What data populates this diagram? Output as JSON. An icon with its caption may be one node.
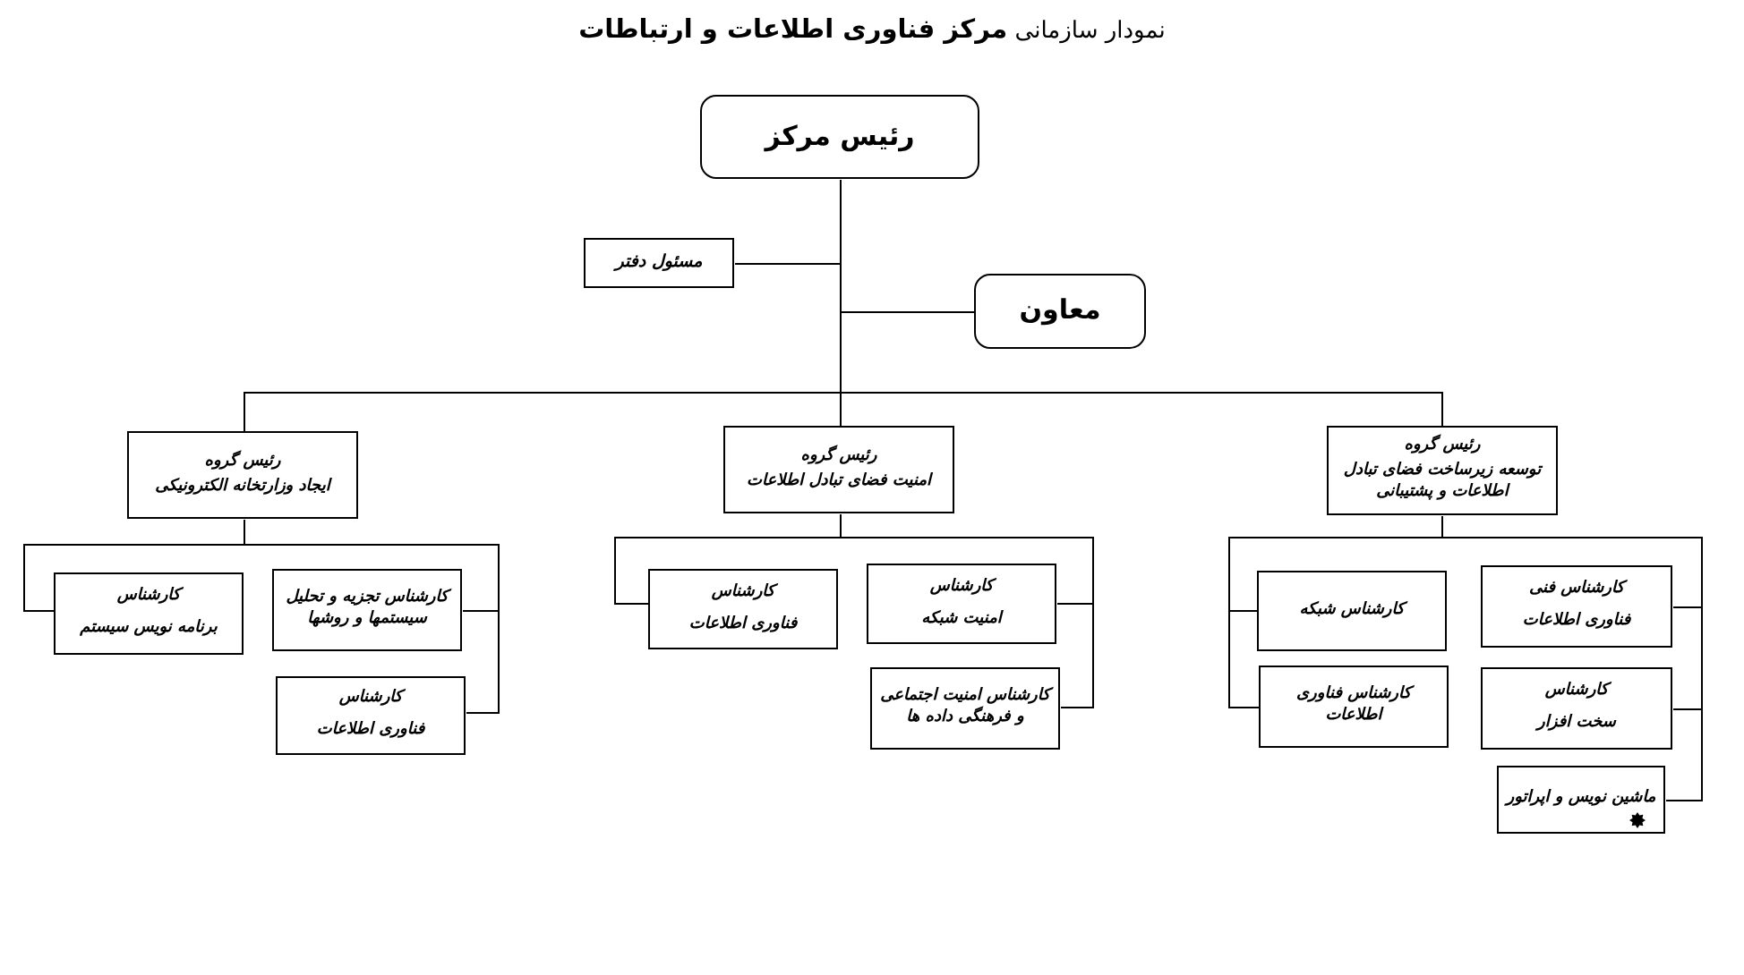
{
  "diagram": {
    "title": "نمودار سازمانی **مرکز فناوری اطلاعات و ارتباطات**",
    "nodes": [
      {
        "text": [
          "رئیس مرکز"
        ]
      },
      {
        "text": [
          "مسئول دفتر"
        ]
      },
      {
        "text": [
          "معاون"
        ]
      },
      {
        "text": [
          "رئیس گروه",
          "توسعه زیرساخت فضای تبادل اطلاعات و پشتیبانی"
        ]
      },
      {
        "text": [
          "رئیس گروه",
          "امنیت فضای تبادل اطلاعات"
        ]
      },
      {
        "text": [
          "رئیس گروه",
          "ایجاد وزارتخانه الکترونیکی"
        ]
      },
      {
        "text": [
          "کارشناس فنی",
          "فناوری اطلاعات"
        ]
      },
      {
        "text": [
          "کارشناس شبکه"
        ]
      },
      {
        "text": [
          "کارشناس",
          "سخت افزار"
        ]
      },
      {
        "text": [
          "کارشناس فناوری اطلاعات"
        ]
      },
      {
        "text": [
          "ماشین نویس و اپراتور"
        ]
      },
      {
        "text": [
          "کارشناس",
          "امنیت شبکه"
        ]
      },
      {
        "text": [
          "کارشناس",
          "فناوری اطلاعات"
        ]
      },
      {
        "text": [
          "کارشناس امنیت اجتماعی و فرهنگی داده ها"
        ]
      },
      {
        "text": [
          "کارشناس تجزیه و تحلیل سیستمها و روشها"
        ]
      },
      {
        "text": [
          "کارشناس",
          "برنامه نویس سیستم"
        ]
      },
      {
        "text": [
          "کارشناس",
          "فناوری اطلاعات"
        ]
      }
    ],
    "edges": [
      {
        "from": 0,
        "to": 1,
        "arrow": "none"
      },
      {
        "from": 0,
        "to": 2,
        "arrow": "none"
      },
      {
        "from": 0,
        "to": 3,
        "arrow": "none"
      },
      {
        "from": 0,
        "to": 4,
        "arrow": "none"
      },
      {
        "from": 0,
        "to": 5,
        "arrow": "none"
      },
      {
        "from": 3,
        "to": 6,
        "arrow": "none"
      },
      {
        "from": 3,
        "to": 7,
        "arrow": "none"
      },
      {
        "from": 3,
        "to": 8,
        "arrow": "none"
      },
      {
        "from": 3,
        "to": 9,
        "arrow": "none"
      },
      {
        "from": 3,
        "to": 10,
        "arrow": "none"
      },
      {
        "from": 4,
        "to": 11,
        "arrow": "none"
      },
      {
        "from": 4,
        "to": 12,
        "arrow": "none"
      },
      {
        "from": 4,
        "to": 13,
        "arrow": "none"
      },
      {
        "from": 5,
        "to": 14,
        "arrow": "none"
      },
      {
        "from": 5,
        "to": 15,
        "arrow": "none"
      },
      {
        "from": 5,
        "to": 16,
        "arrow": "none"
      }
    ]
  }
}
